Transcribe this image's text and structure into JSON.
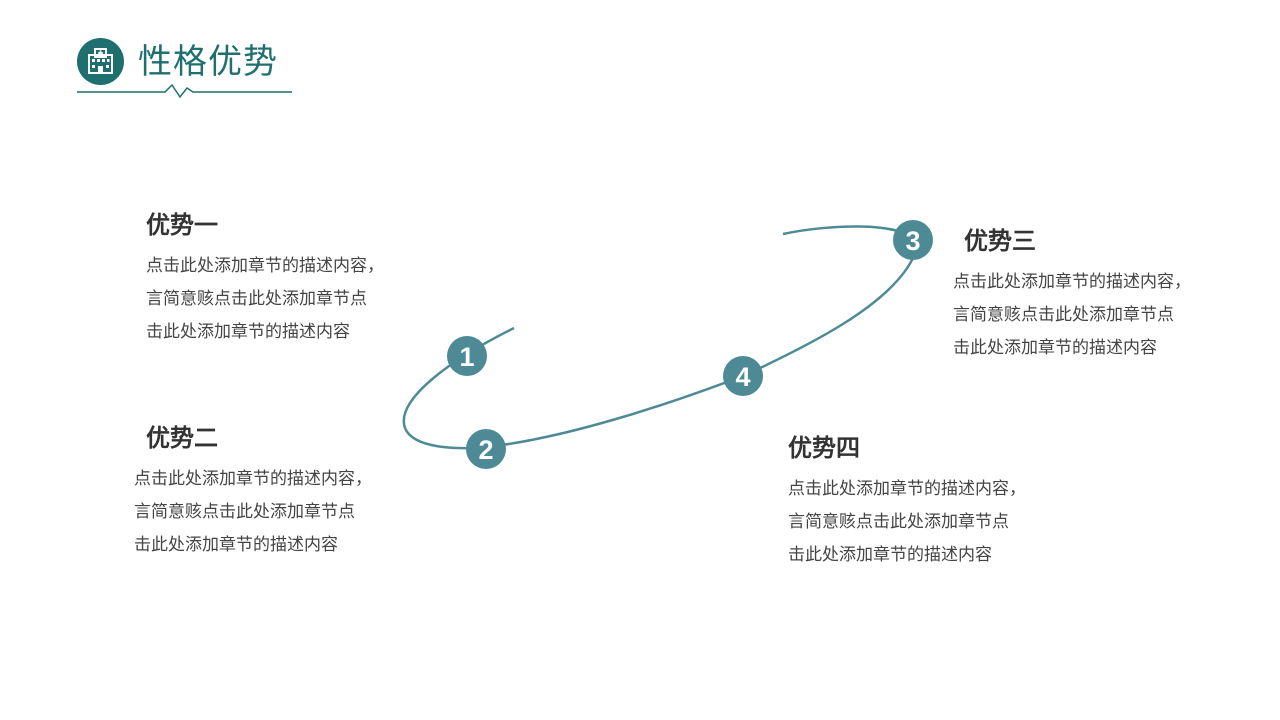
{
  "header": {
    "title": "性格优势",
    "accent_color": "#1f6f6f",
    "icon": "hospital-icon"
  },
  "diagram": {
    "path_color": "#4e8a96",
    "steps": [
      {
        "number": "1"
      },
      {
        "number": "2"
      },
      {
        "number": "3"
      },
      {
        "number": "4"
      }
    ]
  },
  "advantages": [
    {
      "title": "优势一",
      "lines": [
        "点击此处添加章节的描述内容，",
        "言简意赅点击此处添加章节点",
        "击此处添加章节的描述内容"
      ]
    },
    {
      "title": "优势二",
      "lines": [
        "点击此处添加章节的描述内容，",
        "言简意赅点击此处添加章节点",
        "击此处添加章节的描述内容"
      ]
    },
    {
      "title": "优势三",
      "lines": [
        "点击此处添加章节的描述内容，",
        "言简意赅点击此处添加章节点",
        "击此处添加章节的描述内容"
      ]
    },
    {
      "title": "优势四",
      "lines": [
        "点击此处添加章节的描述内容，",
        "言简意赅点击此处添加章节点",
        "击此处添加章节的描述内容"
      ]
    }
  ]
}
